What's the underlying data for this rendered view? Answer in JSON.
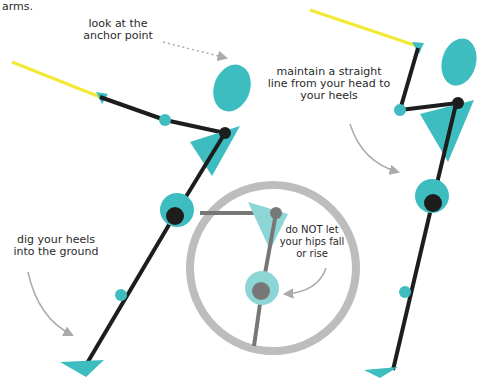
{
  "diagram": {
    "labels": [
      "arms.",
      "look at the anchor point",
      "maintain a straight line from your head to your heels",
      "dig your heels into the ground",
      "do NOT let your hips fall or rise"
    ]
  }
}
